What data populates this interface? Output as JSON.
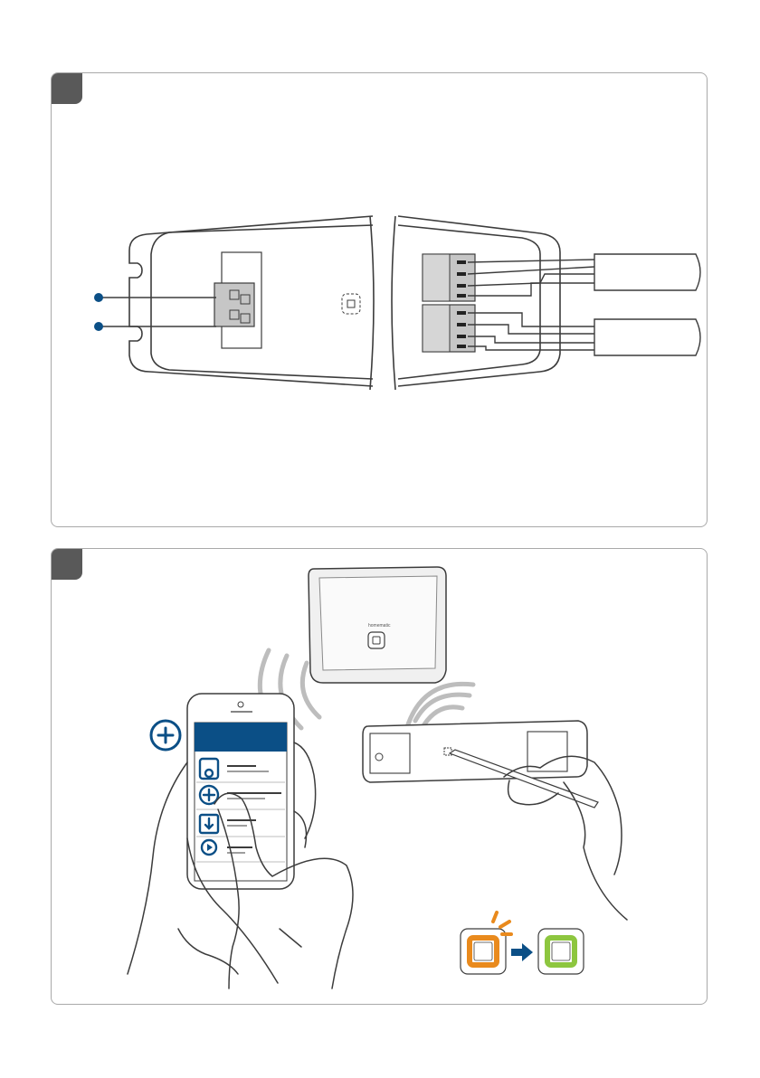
{
  "panels": [
    {
      "step": "",
      "content": "wiring-diagram",
      "wire_dots": 2,
      "terminal_blocks": 2
    },
    {
      "step": "",
      "content": "pairing-instructions",
      "access_point_brand": "homematic",
      "app_menu_icons": [
        "device-icon",
        "add-icon",
        "download-icon",
        "settings-icon"
      ],
      "led_sequence": [
        "orange-blinking",
        "green"
      ]
    }
  ],
  "colors": {
    "accent_blue": "#0b4f86",
    "led_orange": "#e98a1d",
    "led_green": "#8dc63f",
    "badge_gray": "#595959",
    "border_gray": "#a9a9a9"
  }
}
